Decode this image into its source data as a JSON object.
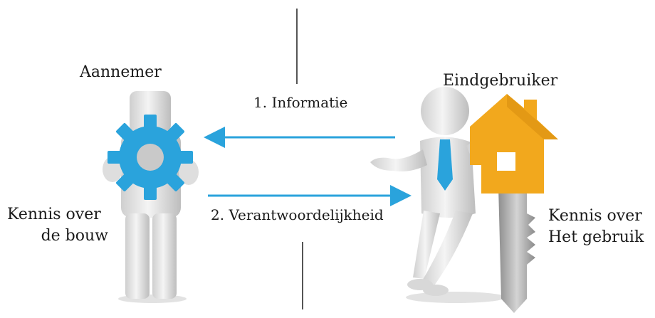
{
  "labels": {
    "contractor_title": "Aannemer",
    "contractor_knowledge_line1": "Kennis over",
    "contractor_knowledge_line2": "de bouw",
    "enduser_title": "Eindgebruiker",
    "enduser_knowledge_line1": "Kennis over",
    "enduser_knowledge_line2": "Het gebruik",
    "arrow_information": "1. Informatie",
    "arrow_responsibility": "2. Verantwoordelijkheid"
  },
  "icons": {
    "contractor_figure": "person-holding-gear-icon",
    "gear": "gear-icon",
    "enduser_figure": "person-with-house-key-icon",
    "house_key": "house-key-icon"
  },
  "colors": {
    "arrow": "#2aa3dc",
    "gear": "#2aa3dc",
    "tie": "#2aa3dc",
    "house": "#f2a81d",
    "figure": "#e6e6e6",
    "figure_shadow": "#bdbdbd",
    "key_metal": "#a9a9a9",
    "divider": "#555555"
  }
}
